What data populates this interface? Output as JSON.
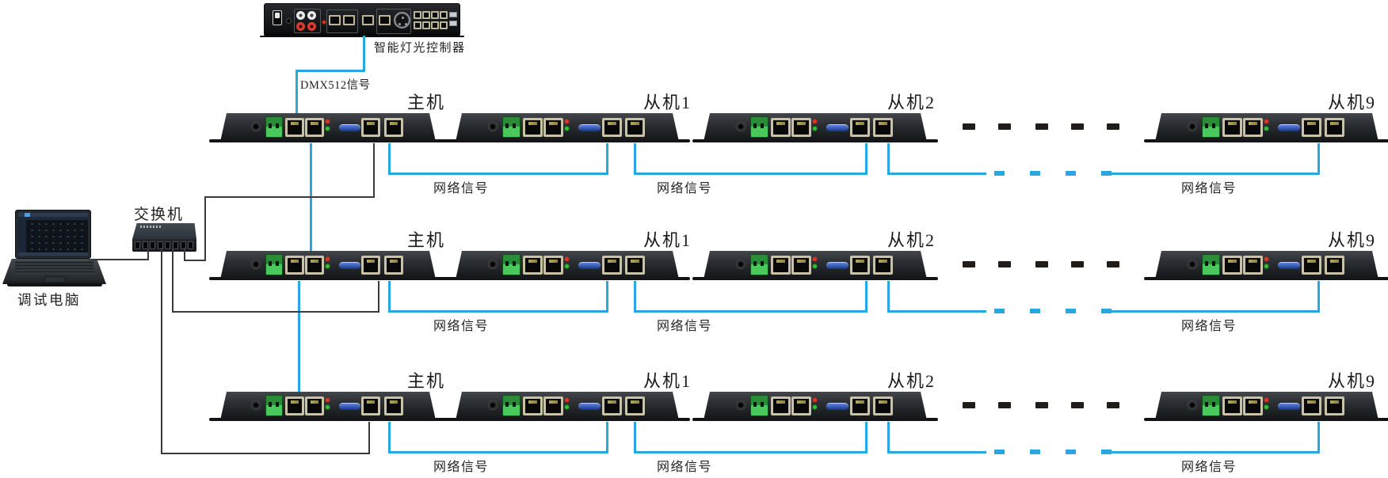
{
  "controller": {
    "label": "智能灯光控制器"
  },
  "signals": {
    "dmx": "DMX512信号",
    "network": "网络信号"
  },
  "laptop": {
    "label": "调试电脑"
  },
  "switch": {
    "label": "交换机"
  },
  "rows": [
    {
      "id": "row-1",
      "devices": [
        "主机",
        "从机1",
        "从机2",
        "从机9"
      ],
      "links": [
        "网络信号",
        "网络信号",
        "网络信号"
      ]
    },
    {
      "id": "row-2",
      "devices": [
        "主机",
        "从机1",
        "从机2",
        "从机9"
      ],
      "links": [
        "网络信号",
        "网络信号",
        "网络信号"
      ]
    },
    {
      "id": "row-3",
      "devices": [
        "主机",
        "从机1",
        "从机2",
        "从机9"
      ],
      "links": [
        "网络信号",
        "网络信号",
        "网络信号"
      ]
    }
  ],
  "colors": {
    "signal_blue": "#29a8e0",
    "cable_black": "#3a3a3a",
    "terminal_green": "#3bb44a",
    "sd_blue": "#2b52b0"
  }
}
